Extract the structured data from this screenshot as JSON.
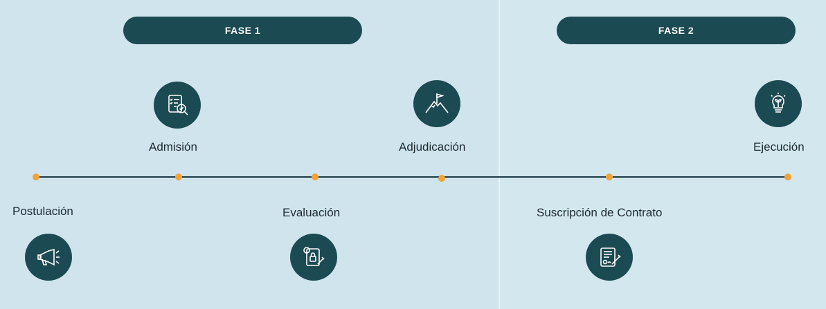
{
  "phases": {
    "phase1": "FASE 1",
    "phase2": "FASE 2"
  },
  "stages": {
    "postulacion": {
      "label": "Postulación",
      "icon": "megaphone-icon"
    },
    "admision": {
      "label": "Admisión",
      "icon": "checklist-search-icon"
    },
    "evaluacion": {
      "label": "Evaluación",
      "icon": "document-lock-icon"
    },
    "adjudicacion": {
      "label": "Adjudicación",
      "icon": "mountain-flag-icon"
    },
    "suscripcion": {
      "label": "Suscripción de Contrato",
      "icon": "contract-sign-icon"
    },
    "ejecucion": {
      "label": "Ejecución",
      "icon": "lightbulb-plant-icon"
    }
  },
  "colors": {
    "accent": "#1c4a53",
    "dot": "#f0a43a",
    "background": "#cfe5ee"
  }
}
